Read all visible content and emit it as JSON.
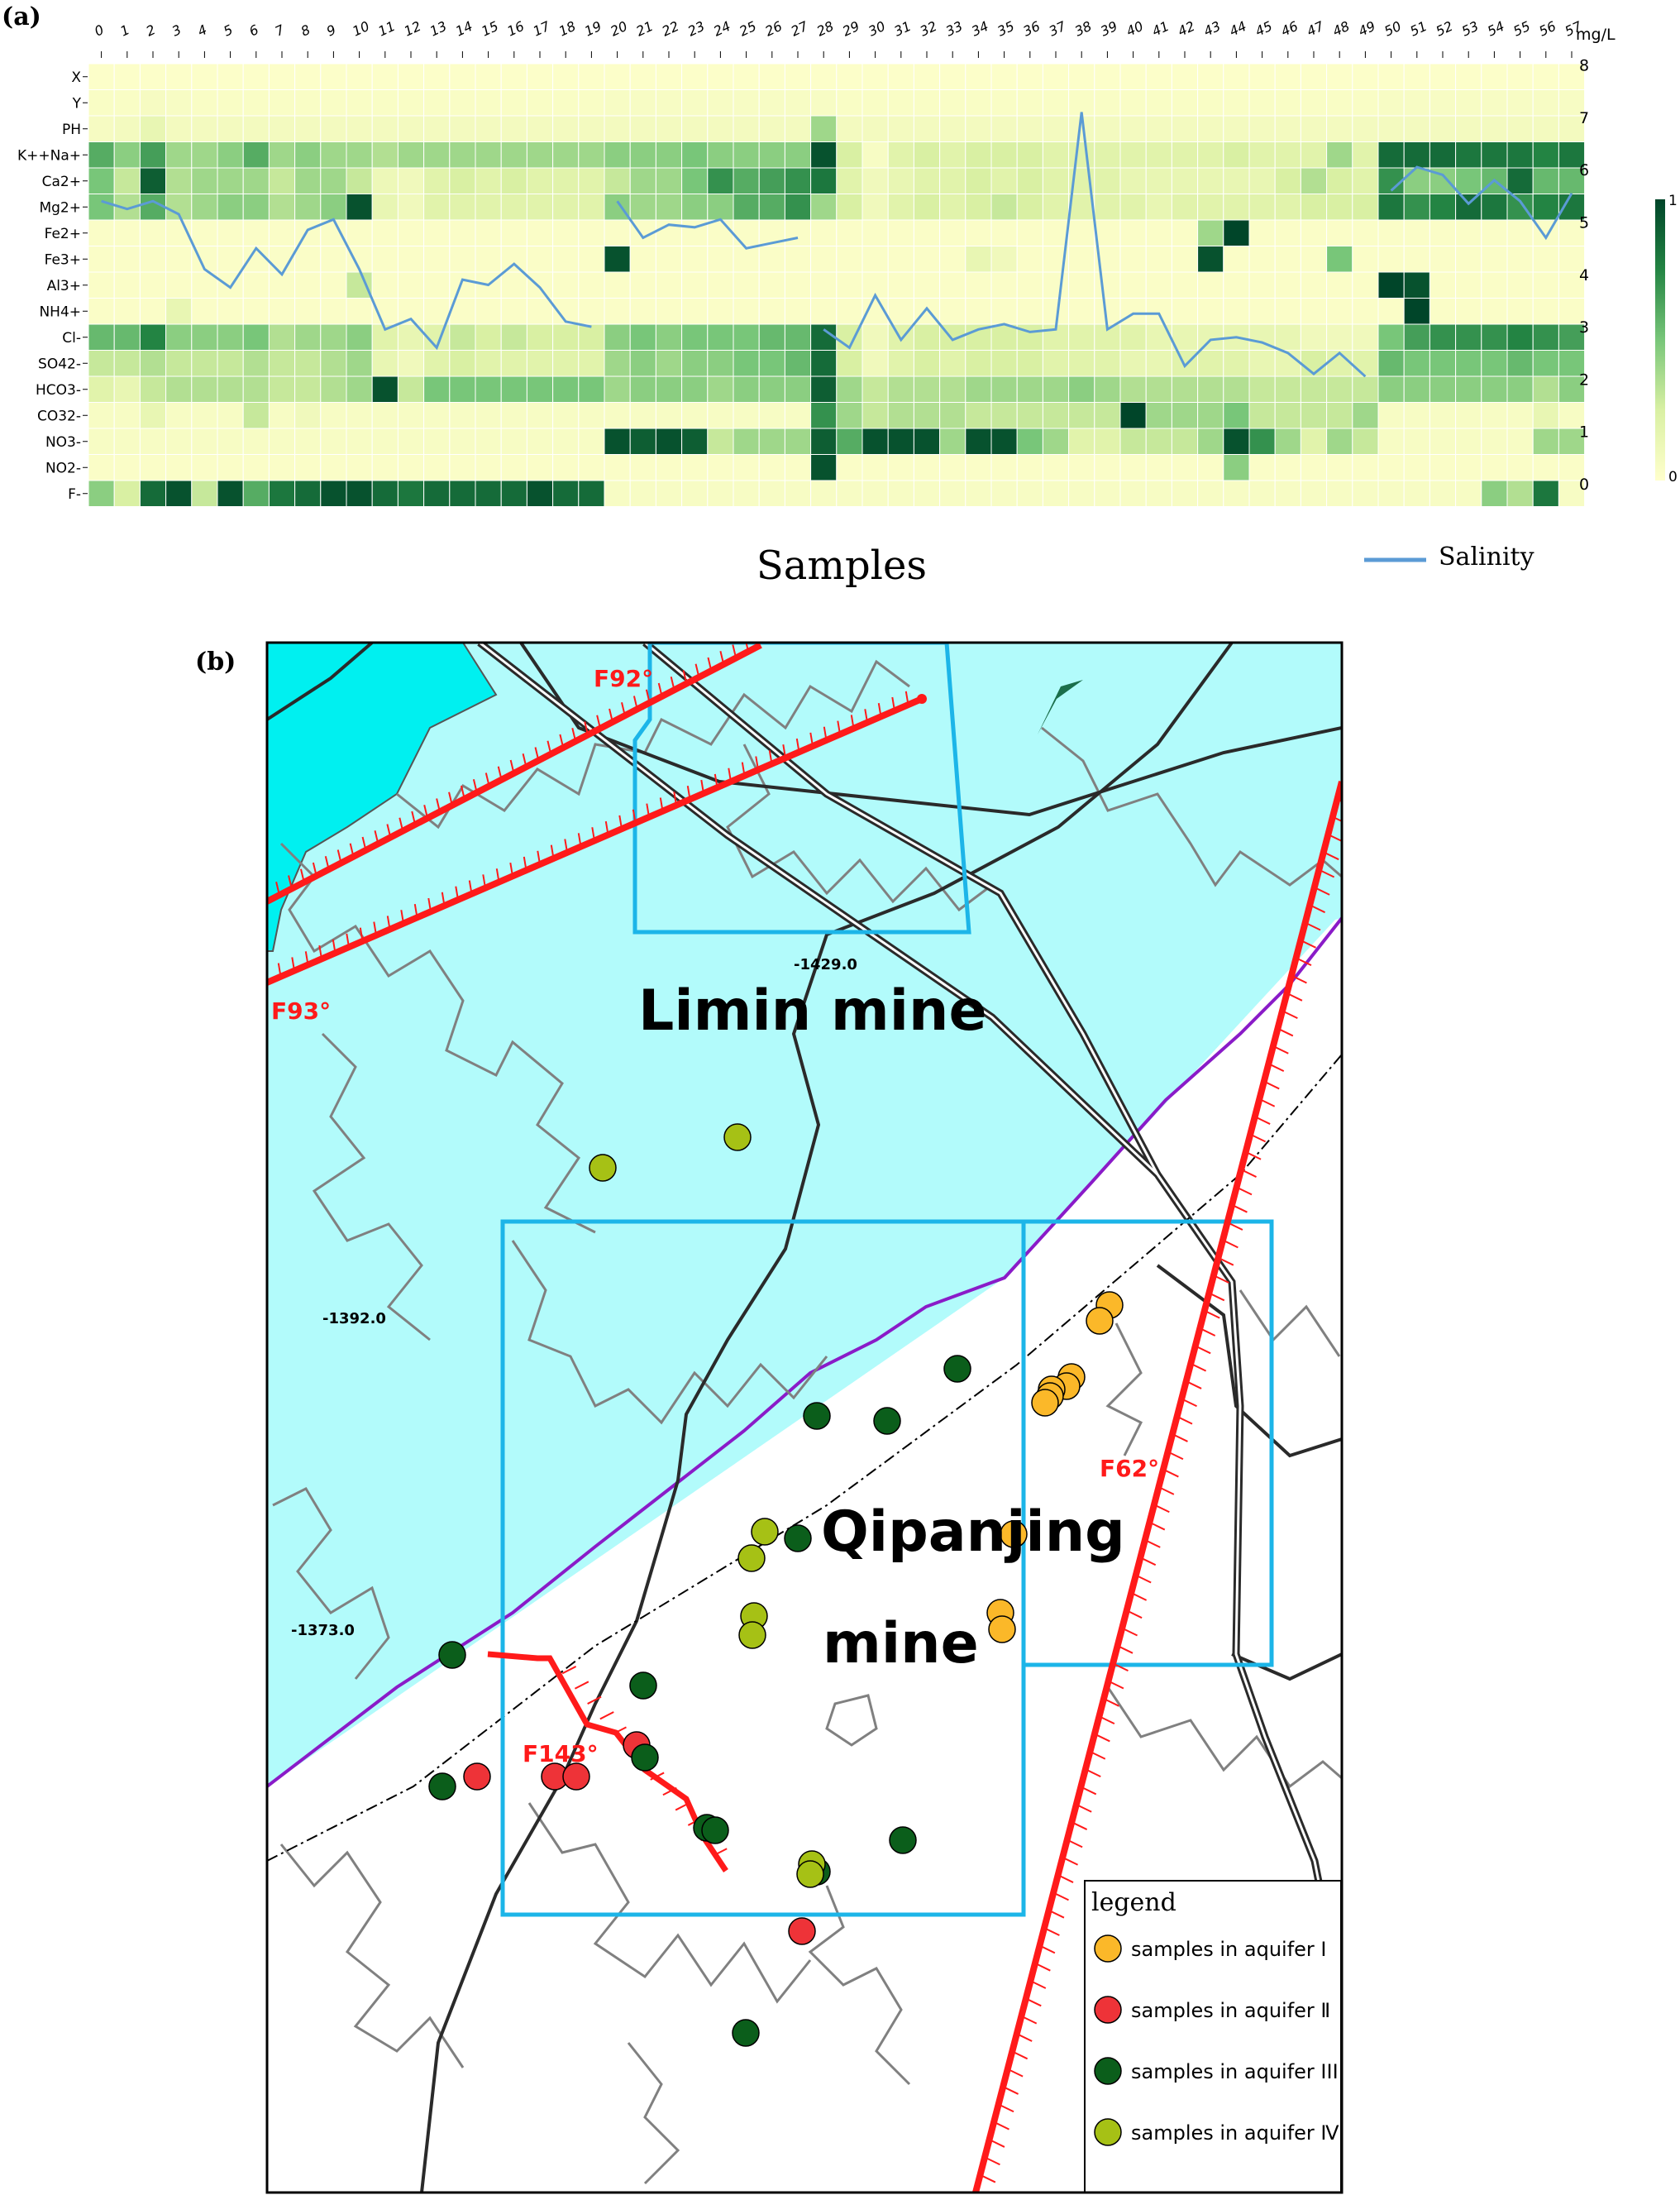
{
  "panel_labels": {
    "a": "(a)",
    "b": "(b)"
  },
  "chart_data": {
    "type": "heatmap",
    "x_categories": [
      "0",
      "1",
      "2",
      "3",
      "4",
      "5",
      "6",
      "7",
      "8",
      "9",
      "10",
      "11",
      "12",
      "13",
      "14",
      "15",
      "16",
      "17",
      "18",
      "19",
      "20",
      "21",
      "22",
      "23",
      "24",
      "25",
      "26",
      "27",
      "28",
      "29",
      "30",
      "31",
      "32",
      "33",
      "34",
      "35",
      "36",
      "37",
      "38",
      "39",
      "40",
      "41",
      "42",
      "43",
      "44",
      "45",
      "46",
      "47",
      "48",
      "49",
      "50",
      "51",
      "52",
      "53",
      "54",
      "55",
      "56",
      "57"
    ],
    "y_categories": [
      "X",
      "Y",
      "PH",
      "K++Na+",
      "Ca2+",
      "Mg2+",
      "Fe2+",
      "Fe3+",
      "Al3+",
      "NH4+",
      "Cl-",
      "SO42-",
      "HCO3-",
      "CO32-",
      "NO3-",
      "NO2-",
      "F-"
    ],
    "values": [
      [
        0.02,
        0.02,
        0.02,
        0.02,
        0.02,
        0.02,
        0.02,
        0.02,
        0.02,
        0.02,
        0.02,
        0.02,
        0.02,
        0.02,
        0.02,
        0.02,
        0.02,
        0.02,
        0.02,
        0.02,
        0.02,
        0.02,
        0.02,
        0.02,
        0.02,
        0.02,
        0.02,
        0.02,
        0.02,
        0.02,
        0.02,
        0.02,
        0.02,
        0.02,
        0.02,
        0.02,
        0.02,
        0.02,
        0.02,
        0.02,
        0.02,
        0.02,
        0.02,
        0.02,
        0.02,
        0.02,
        0.02,
        0.02,
        0.02,
        0.02,
        0.02,
        0.02,
        0.02,
        0.02,
        0.02,
        0.02,
        0.02,
        0.02
      ],
      [
        0.04,
        0.04,
        0.06,
        0.05,
        0.04,
        0.04,
        0.04,
        0.04,
        0.04,
        0.04,
        0.04,
        0.04,
        0.04,
        0.04,
        0.04,
        0.04,
        0.04,
        0.04,
        0.04,
        0.04,
        0.05,
        0.05,
        0.05,
        0.05,
        0.05,
        0.05,
        0.05,
        0.05,
        0.05,
        0.04,
        0.04,
        0.04,
        0.04,
        0.04,
        0.04,
        0.04,
        0.04,
        0.04,
        0.04,
        0.04,
        0.04,
        0.04,
        0.04,
        0.04,
        0.04,
        0.04,
        0.04,
        0.04,
        0.04,
        0.04,
        0.05,
        0.05,
        0.05,
        0.05,
        0.05,
        0.05,
        0.05,
        0.05
      ],
      [
        0.06,
        0.08,
        0.15,
        0.08,
        0.08,
        0.08,
        0.08,
        0.08,
        0.08,
        0.08,
        0.08,
        0.08,
        0.08,
        0.08,
        0.08,
        0.08,
        0.08,
        0.08,
        0.08,
        0.08,
        0.08,
        0.08,
        0.08,
        0.08,
        0.08,
        0.08,
        0.08,
        0.08,
        0.4,
        0.08,
        0.08,
        0.08,
        0.08,
        0.08,
        0.08,
        0.08,
        0.08,
        0.08,
        0.08,
        0.08,
        0.08,
        0.08,
        0.08,
        0.08,
        0.08,
        0.08,
        0.08,
        0.08,
        0.08,
        0.08,
        0.08,
        0.08,
        0.08,
        0.08,
        0.08,
        0.08,
        0.08,
        0.08
      ],
      [
        0.6,
        0.45,
        0.65,
        0.4,
        0.4,
        0.45,
        0.6,
        0.4,
        0.45,
        0.4,
        0.4,
        0.35,
        0.4,
        0.4,
        0.4,
        0.4,
        0.4,
        0.4,
        0.4,
        0.4,
        0.45,
        0.45,
        0.45,
        0.5,
        0.45,
        0.45,
        0.45,
        0.45,
        0.95,
        0.25,
        0.05,
        0.2,
        0.25,
        0.2,
        0.25,
        0.25,
        0.25,
        0.2,
        0.2,
        0.2,
        0.2,
        0.2,
        0.2,
        0.2,
        0.25,
        0.2,
        0.2,
        0.2,
        0.4,
        0.2,
        0.85,
        0.85,
        0.85,
        0.8,
        0.8,
        0.8,
        0.75,
        0.8
      ],
      [
        0.5,
        0.3,
        0.9,
        0.35,
        0.4,
        0.4,
        0.4,
        0.3,
        0.4,
        0.4,
        0.3,
        0.12,
        0.1,
        0.2,
        0.25,
        0.2,
        0.25,
        0.2,
        0.2,
        0.2,
        0.3,
        0.4,
        0.4,
        0.5,
        0.7,
        0.6,
        0.65,
        0.7,
        0.8,
        0.2,
        0.1,
        0.15,
        0.2,
        0.2,
        0.25,
        0.2,
        0.25,
        0.2,
        0.2,
        0.2,
        0.15,
        0.15,
        0.15,
        0.15,
        0.15,
        0.15,
        0.25,
        0.35,
        0.25,
        0.2,
        0.7,
        0.45,
        0.45,
        0.5,
        0.55,
        0.85,
        0.55,
        0.55
      ],
      [
        0.5,
        0.35,
        0.6,
        0.35,
        0.4,
        0.45,
        0.45,
        0.35,
        0.4,
        0.45,
        0.95,
        0.15,
        0.1,
        0.2,
        0.2,
        0.2,
        0.2,
        0.2,
        0.2,
        0.2,
        0.45,
        0.4,
        0.4,
        0.45,
        0.45,
        0.6,
        0.6,
        0.7,
        0.4,
        0.25,
        0.1,
        0.2,
        0.25,
        0.2,
        0.25,
        0.3,
        0.25,
        0.2,
        0.2,
        0.2,
        0.2,
        0.15,
        0.2,
        0.2,
        0.2,
        0.2,
        0.2,
        0.25,
        0.25,
        0.25,
        0.8,
        0.7,
        0.75,
        0.85,
        0.8,
        0.7,
        0.75,
        0.8
      ],
      [
        0.03,
        0.03,
        0.03,
        0.03,
        0.03,
        0.03,
        0.03,
        0.03,
        0.03,
        0.03,
        0.03,
        0.03,
        0.03,
        0.03,
        0.03,
        0.03,
        0.03,
        0.03,
        0.03,
        0.03,
        0.03,
        0.03,
        0.03,
        0.03,
        0.03,
        0.03,
        0.03,
        0.03,
        0.03,
        0.03,
        0.03,
        0.03,
        0.03,
        0.03,
        0.03,
        0.03,
        0.03,
        0.03,
        0.03,
        0.03,
        0.03,
        0.03,
        0.03,
        0.4,
        1.0,
        0.03,
        0.03,
        0.03,
        0.03,
        0.03,
        0.03,
        0.03,
        0.03,
        0.03,
        0.03,
        0.03,
        0.03,
        0.03
      ],
      [
        0.03,
        0.03,
        0.03,
        0.03,
        0.03,
        0.03,
        0.03,
        0.03,
        0.03,
        0.03,
        0.03,
        0.03,
        0.03,
        0.03,
        0.03,
        0.03,
        0.03,
        0.03,
        0.03,
        0.03,
        0.95,
        0.03,
        0.03,
        0.03,
        0.03,
        0.03,
        0.03,
        0.03,
        0.03,
        0.03,
        0.03,
        0.03,
        0.03,
        0.03,
        0.15,
        0.1,
        0.03,
        0.03,
        0.03,
        0.03,
        0.03,
        0.03,
        0.03,
        0.95,
        0.03,
        0.03,
        0.03,
        0.03,
        0.5,
        0.03,
        0.03,
        0.03,
        0.03,
        0.03,
        0.03,
        0.03,
        0.03,
        0.03
      ],
      [
        0.03,
        0.03,
        0.03,
        0.03,
        0.03,
        0.03,
        0.03,
        0.03,
        0.03,
        0.03,
        0.3,
        0.03,
        0.03,
        0.03,
        0.03,
        0.03,
        0.03,
        0.03,
        0.03,
        0.03,
        0.03,
        0.03,
        0.03,
        0.03,
        0.03,
        0.03,
        0.03,
        0.03,
        0.03,
        0.03,
        0.03,
        0.03,
        0.03,
        0.03,
        0.03,
        0.03,
        0.03,
        0.03,
        0.03,
        0.03,
        0.03,
        0.03,
        0.03,
        0.03,
        0.03,
        0.03,
        0.03,
        0.03,
        0.03,
        0.03,
        1.0,
        0.95,
        0.03,
        0.03,
        0.03,
        0.03,
        0.03,
        0.03
      ],
      [
        0.03,
        0.03,
        0.03,
        0.15,
        0.03,
        0.03,
        0.03,
        0.03,
        0.03,
        0.03,
        0.03,
        0.03,
        0.03,
        0.03,
        0.03,
        0.03,
        0.03,
        0.03,
        0.03,
        0.03,
        0.03,
        0.03,
        0.03,
        0.03,
        0.03,
        0.03,
        0.03,
        0.03,
        0.03,
        0.03,
        0.03,
        0.03,
        0.03,
        0.03,
        0.03,
        0.03,
        0.03,
        0.03,
        0.03,
        0.03,
        0.03,
        0.03,
        0.03,
        0.03,
        0.03,
        0.03,
        0.03,
        0.03,
        0.03,
        0.03,
        0.03,
        1.0,
        0.03,
        0.03,
        0.03,
        0.03,
        0.03,
        0.03
      ],
      [
        0.55,
        0.55,
        0.75,
        0.45,
        0.45,
        0.45,
        0.5,
        0.35,
        0.4,
        0.4,
        0.45,
        0.2,
        0.15,
        0.2,
        0.3,
        0.25,
        0.3,
        0.25,
        0.25,
        0.25,
        0.45,
        0.5,
        0.45,
        0.5,
        0.5,
        0.5,
        0.55,
        0.55,
        0.85,
        0.25,
        0.1,
        0.2,
        0.25,
        0.25,
        0.25,
        0.25,
        0.25,
        0.2,
        0.2,
        0.2,
        0.2,
        0.15,
        0.15,
        0.15,
        0.15,
        0.15,
        0.15,
        0.1,
        0.1,
        0.1,
        0.5,
        0.65,
        0.7,
        0.7,
        0.7,
        0.75,
        0.7,
        0.65
      ],
      [
        0.3,
        0.3,
        0.35,
        0.3,
        0.3,
        0.3,
        0.35,
        0.3,
        0.3,
        0.35,
        0.4,
        0.15,
        0.1,
        0.2,
        0.25,
        0.2,
        0.2,
        0.2,
        0.2,
        0.2,
        0.4,
        0.45,
        0.4,
        0.45,
        0.45,
        0.5,
        0.5,
        0.55,
        0.85,
        0.25,
        0.1,
        0.2,
        0.25,
        0.2,
        0.25,
        0.25,
        0.25,
        0.2,
        0.2,
        0.2,
        0.15,
        0.15,
        0.2,
        0.2,
        0.2,
        0.15,
        0.15,
        0.25,
        0.2,
        0.2,
        0.55,
        0.5,
        0.5,
        0.5,
        0.5,
        0.55,
        0.5,
        0.5
      ],
      [
        0.2,
        0.15,
        0.3,
        0.35,
        0.35,
        0.35,
        0.35,
        0.3,
        0.3,
        0.35,
        0.4,
        0.95,
        0.3,
        0.5,
        0.5,
        0.5,
        0.5,
        0.5,
        0.5,
        0.5,
        0.4,
        0.45,
        0.45,
        0.45,
        0.4,
        0.45,
        0.45,
        0.45,
        0.9,
        0.4,
        0.3,
        0.35,
        0.35,
        0.35,
        0.4,
        0.4,
        0.4,
        0.4,
        0.45,
        0.4,
        0.35,
        0.35,
        0.35,
        0.35,
        0.35,
        0.3,
        0.3,
        0.3,
        0.3,
        0.3,
        0.45,
        0.45,
        0.45,
        0.45,
        0.45,
        0.45,
        0.35,
        0.45
      ],
      [
        0.05,
        0.05,
        0.15,
        0.05,
        0.05,
        0.05,
        0.3,
        0.05,
        0.1,
        0.05,
        0.05,
        0.05,
        0.05,
        0.05,
        0.05,
        0.05,
        0.05,
        0.05,
        0.05,
        0.05,
        0.05,
        0.05,
        0.05,
        0.05,
        0.05,
        0.05,
        0.05,
        0.05,
        0.7,
        0.4,
        0.3,
        0.35,
        0.35,
        0.35,
        0.3,
        0.3,
        0.3,
        0.3,
        0.3,
        0.3,
        1.0,
        0.4,
        0.4,
        0.4,
        0.5,
        0.3,
        0.3,
        0.3,
        0.3,
        0.4,
        0.05,
        0.05,
        0.05,
        0.05,
        0.05,
        0.05,
        0.15,
        0.05
      ],
      [
        0.05,
        0.05,
        0.05,
        0.05,
        0.05,
        0.05,
        0.05,
        0.05,
        0.05,
        0.05,
        0.05,
        0.05,
        0.05,
        0.05,
        0.05,
        0.05,
        0.05,
        0.05,
        0.05,
        0.05,
        0.95,
        0.9,
        0.95,
        0.9,
        0.3,
        0.4,
        0.4,
        0.4,
        0.9,
        0.6,
        0.95,
        0.95,
        0.95,
        0.4,
        0.95,
        0.95,
        0.5,
        0.4,
        0.2,
        0.2,
        0.3,
        0.3,
        0.3,
        0.4,
        0.95,
        0.7,
        0.4,
        0.2,
        0.4,
        0.3,
        0.05,
        0.05,
        0.05,
        0.05,
        0.05,
        0.05,
        0.4,
        0.4
      ],
      [
        0.03,
        0.03,
        0.03,
        0.03,
        0.03,
        0.03,
        0.03,
        0.03,
        0.03,
        0.03,
        0.03,
        0.03,
        0.03,
        0.03,
        0.03,
        0.03,
        0.03,
        0.03,
        0.03,
        0.03,
        0.03,
        0.03,
        0.03,
        0.03,
        0.03,
        0.03,
        0.03,
        0.03,
        0.95,
        0.03,
        0.03,
        0.03,
        0.03,
        0.03,
        0.03,
        0.03,
        0.03,
        0.03,
        0.03,
        0.03,
        0.03,
        0.03,
        0.03,
        0.03,
        0.45,
        0.03,
        0.03,
        0.03,
        0.03,
        0.03,
        0.03,
        0.03,
        0.03,
        0.03,
        0.03,
        0.03,
        0.03,
        0.03
      ],
      [
        0.45,
        0.25,
        0.85,
        0.95,
        0.3,
        0.95,
        0.6,
        0.8,
        0.85,
        0.95,
        0.95,
        0.85,
        0.8,
        0.85,
        0.85,
        0.85,
        0.85,
        0.95,
        0.85,
        0.85,
        0.05,
        0.05,
        0.05,
        0.05,
        0.05,
        0.05,
        0.05,
        0.05,
        0.05,
        0.05,
        0.05,
        0.05,
        0.05,
        0.05,
        0.05,
        0.05,
        0.05,
        0.05,
        0.05,
        0.05,
        0.05,
        0.05,
        0.05,
        0.05,
        0.05,
        0.05,
        0.05,
        0.05,
        0.05,
        0.05,
        0.05,
        0.05,
        0.05,
        0.05,
        0.45,
        0.35,
        0.8,
        0.05
      ]
    ],
    "colorbar": {
      "min_label": "0",
      "max_label": "1",
      "colors": [
        "#ffffcc",
        "#d9f0a3",
        "#78c679",
        "#238443",
        "#004529"
      ]
    },
    "right_axis": {
      "unit": "mg/L",
      "ticks": [
        8,
        7,
        6,
        5,
        4,
        3,
        2,
        1,
        0
      ]
    },
    "salinity": {
      "name": "Salinity",
      "color": "#5b9bd5",
      "segments": [
        {
          "x": [
            0,
            1,
            2,
            3,
            4,
            5,
            6,
            7,
            8,
            9,
            10,
            11,
            12,
            13,
            14,
            15,
            16,
            17,
            18,
            19
          ],
          "y": [
            5.4,
            5.25,
            5.4,
            5.15,
            4.1,
            3.75,
            4.5,
            4.0,
            4.85,
            5.05,
            4.1,
            2.95,
            3.15,
            2.6,
            3.9,
            3.8,
            4.2,
            3.75,
            3.1,
            3.0
          ]
        },
        {
          "x": [
            20,
            21,
            22,
            23,
            24,
            25,
            26,
            27
          ],
          "y": [
            5.4,
            4.7,
            4.95,
            4.9,
            5.05,
            4.5,
            4.6,
            4.7
          ]
        },
        {
          "x": [
            28,
            29,
            30,
            31,
            32,
            33,
            34,
            35,
            36,
            37,
            38,
            39,
            40,
            41,
            42,
            43,
            44,
            45,
            46,
            47,
            48,
            49
          ],
          "y": [
            2.95,
            2.6,
            3.6,
            2.75,
            3.35,
            2.75,
            2.95,
            3.05,
            2.9,
            2.95,
            7.1,
            2.95,
            3.25,
            3.25,
            2.25,
            2.75,
            2.8,
            2.7,
            2.5,
            2.1,
            2.5,
            2.05
          ]
        },
        {
          "x": [
            50,
            51,
            52,
            53,
            54,
            55,
            56,
            57
          ],
          "y": [
            5.6,
            6.05,
            5.9,
            5.35,
            5.8,
            5.4,
            4.7,
            5.55
          ]
        }
      ]
    },
    "xlabel": "Samples",
    "legend_label": "Salinity"
  },
  "map": {
    "mine_limin": "Limin mine",
    "mine_qipanjing_line1": "Qipanjing",
    "mine_qipanjing_line2": "mine",
    "fault_f92": "F92°",
    "fault_f93": "F93°",
    "fault_f62": "F62°",
    "fault_f143": "F143°",
    "contour_1429": "-1429.0",
    "contour_1392": "-1392.0",
    "contour_1373": "-1373.0",
    "legend": {
      "title": "legend",
      "items": [
        {
          "label": "samples in aquifer Ⅰ",
          "color": "#fbb829"
        },
        {
          "label": "samples in aquifer Ⅱ",
          "color": "#ee3338"
        },
        {
          "label": "samples in aquifer III",
          "color": "#0b5e1b"
        },
        {
          "label": "samples in aquifer Ⅳ",
          "color": "#a6c115"
        }
      ]
    },
    "colors": {
      "water": "#b2fbfb",
      "lake": "#00f0f0",
      "fault": "#ff1a1a",
      "box": "#1cb5e8",
      "boundary": "#8a1bc8"
    }
  }
}
